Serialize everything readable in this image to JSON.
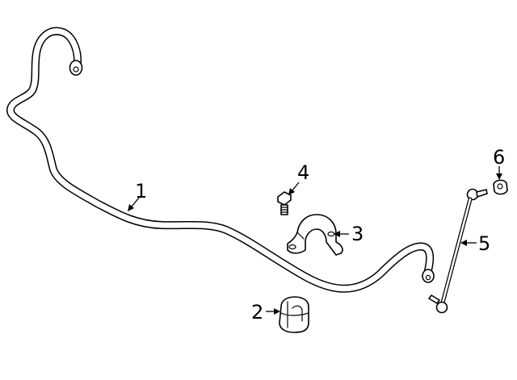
{
  "callouts": {
    "stabilizer_bar": "1",
    "bushing": "2",
    "bracket": "3",
    "bolt": "4",
    "stabilizer_link": "5",
    "nut": "6"
  }
}
